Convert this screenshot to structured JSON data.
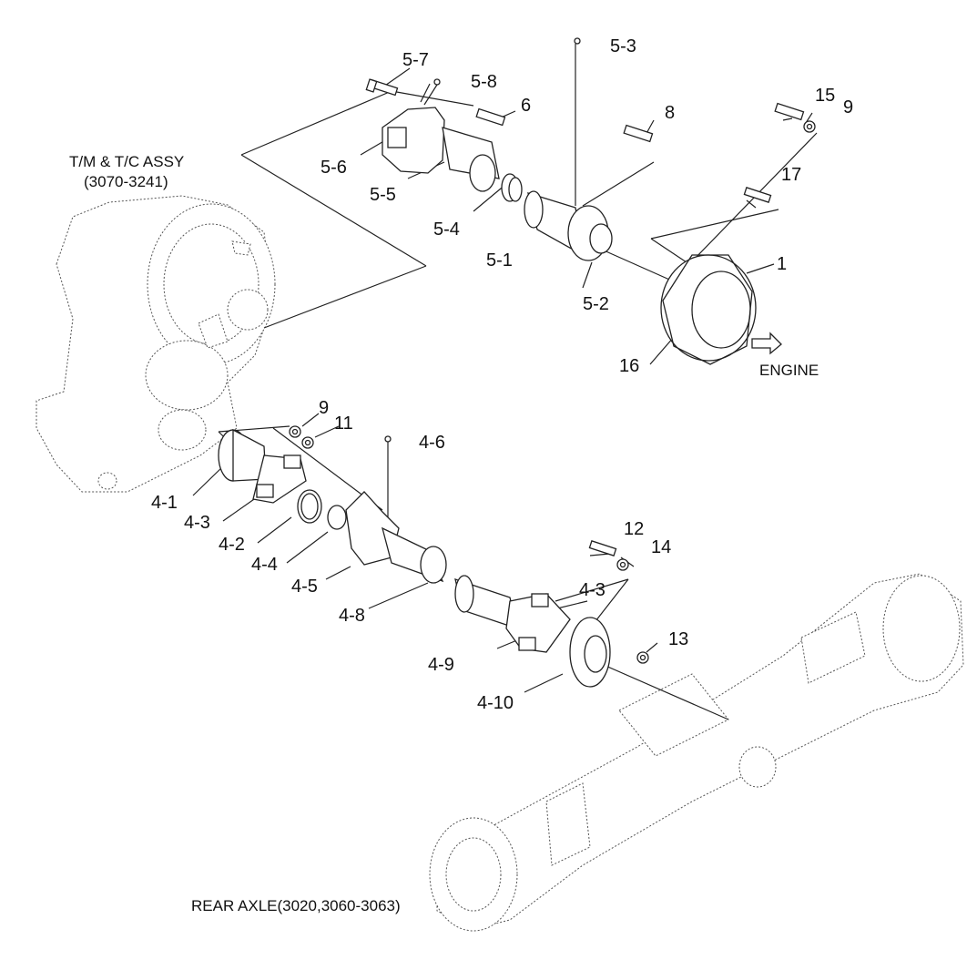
{
  "captions": {
    "transmission": "T/M & T/C ASSY",
    "transmission_ref": "(3070-3241)",
    "rear_axle": "REAR AXLE(3020,3060-3063)",
    "engine": "ENGINE"
  },
  "labels": {
    "p5_7": "5-7",
    "p5_8": "5-8",
    "p5_3": "5-3",
    "p6": "6",
    "p8": "8",
    "p15": "15",
    "p9a": "9",
    "p17": "17",
    "p1": "1",
    "p5_6": "5-6",
    "p5_5": "5-5",
    "p5_4": "5-4",
    "p5_1": "5-1",
    "p5_2": "5-2",
    "p16": "16",
    "p9b": "9",
    "p11": "11",
    "p4_6": "4-6",
    "p4_1": "4-1",
    "p4_3a": "4-3",
    "p4_2": "4-2",
    "p4_4": "4-4",
    "p4_5": "4-5",
    "p4_8": "4-8",
    "p12": "12",
    "p14": "14",
    "p4_3b": "4-3",
    "p13": "13",
    "p4_9": "4-9",
    "p4_10": "4-10"
  }
}
